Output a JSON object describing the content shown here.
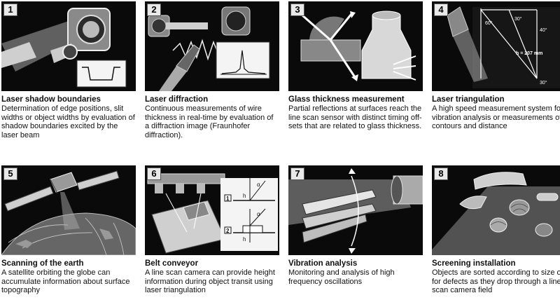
{
  "items": [
    {
      "num": "1",
      "title": "Laser shadow boundaries",
      "desc": "Determination of edge positions, slit widths or object widths by evaluation of shadow boundaries excited by the laser beam"
    },
    {
      "num": "2",
      "title": "Laser diffraction",
      "desc": "Continuous measurements of wire thickness in real-time by evaluation of a diffraction image (Fraunhofer diffraction)."
    },
    {
      "num": "3",
      "title": "Glass thickness measurement",
      "desc": "Partial reflections at surfaces reach the line scan sensor with distinct timing off-sets that are related to glass thickness."
    },
    {
      "num": "4",
      "title": "Laser triangulation",
      "desc": "A high speed measurement system for vibration analysis or measurements of contours and distance"
    },
    {
      "num": "5",
      "title": "Scanning of the earth",
      "desc": "A satellite orbiting the globe can accumulate information about surface topography"
    },
    {
      "num": "6",
      "title": "Belt conveyor",
      "desc": "A line scan camera can provide height information during object transit using laser triangulation"
    },
    {
      "num": "7",
      "title": "Vibration analysis",
      "desc": "Monitoring and analysis of high frequency oscillations"
    },
    {
      "num": "8",
      "title": "Screening installation",
      "desc": "Objects are sorted according to size or for defects as they drop through a line scan camera field"
    }
  ],
  "diagram_labels": {
    "angle_60": "60°",
    "angle_30_top": "30°",
    "angle_40": "40°",
    "height": "h = 207 mm",
    "angle_30_bottom": "30°",
    "step_1": "1",
    "step_2": "2",
    "alpha_1": "α",
    "alpha_2": "α",
    "h_1": "h",
    "h_2": "h"
  }
}
